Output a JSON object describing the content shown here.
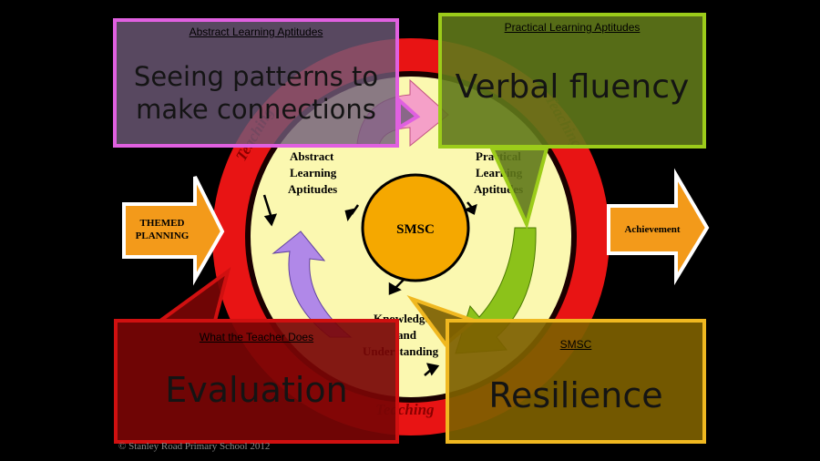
{
  "diagram": {
    "center_label": "SMSC",
    "inner_labels": {
      "abstract": [
        "Abstract",
        "Learning",
        "Aptitudes"
      ],
      "practical": [
        "Practical",
        "Learning",
        "Aptitudes"
      ],
      "knowledge": [
        "Knowledge",
        "and",
        "Understanding"
      ]
    },
    "ring_label": "Teaching",
    "left_arrow_label": [
      "THEMED",
      "PLANNING"
    ],
    "right_arrow_label": "Achievement"
  },
  "callouts": {
    "abstract": {
      "heading": "Abstract Learning Aptitudes",
      "text_lines": [
        "Seeing patterns to",
        "make connections"
      ]
    },
    "practical": {
      "heading": "Practical Learning Aptitudes",
      "text": "Verbal fluency"
    },
    "teacher": {
      "heading": "What the Teacher Does",
      "text": "Evaluation"
    },
    "smsc": {
      "heading": "SMSC",
      "text": "Resilience"
    }
  },
  "copyright": "© Stanley Road Primary School 2012",
  "colors": {
    "background": "#000000",
    "outer_ring": "#e81414",
    "inner_disc": "#fbf8b0",
    "center_circle": "#f5a800",
    "abstract_border": "#e060e0",
    "practical_border": "#9ccc1a",
    "teacher_border": "#d01010",
    "smsc_border": "#f0b820",
    "side_arrow": "#f39a1a"
  }
}
